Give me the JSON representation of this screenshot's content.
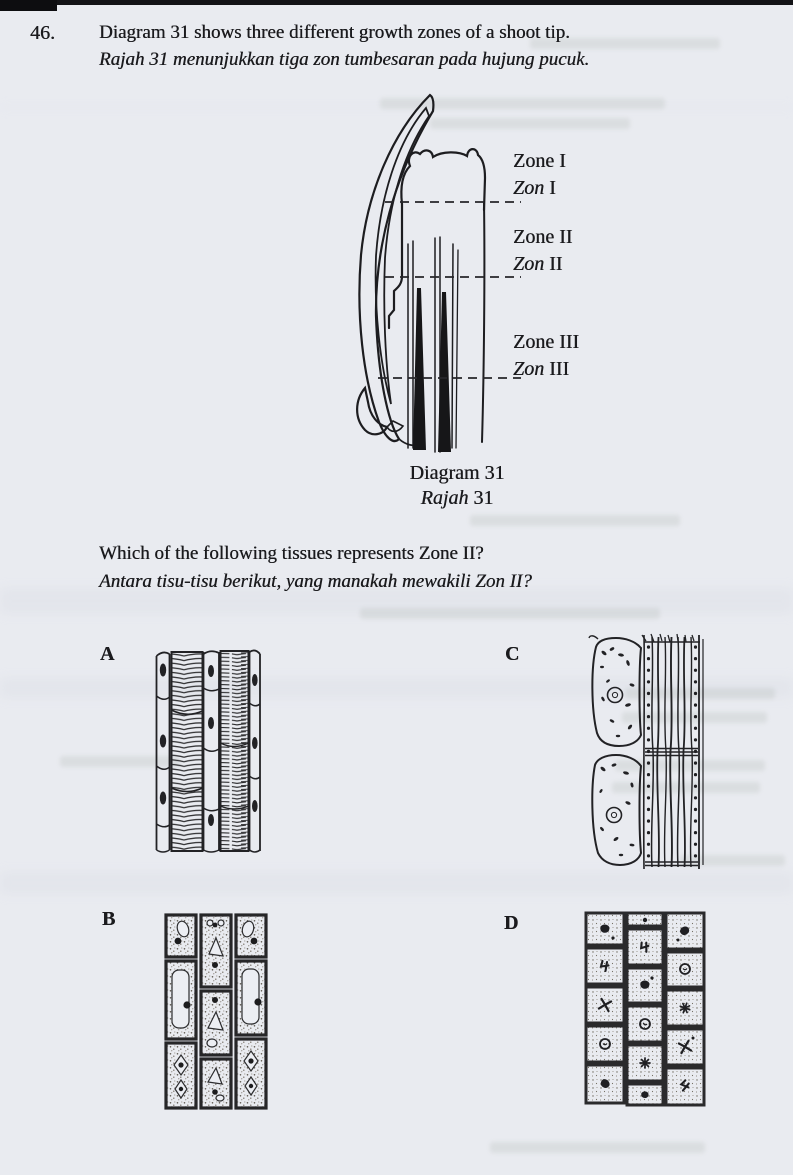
{
  "question": {
    "number": "46.",
    "stem_en": "Diagram 31 shows three different growth zones of a shoot tip.",
    "stem_ms": "Rajah 31 menunjukkan tiga zon tumbesaran pada hujung pucuk.",
    "prompt_en": "Which of the following tissues represents Zone II?",
    "prompt_ms": "Antara tisu-tisu berikut, yang manakah mewakili Zon II?"
  },
  "diagram": {
    "caption_en": "Diagram 31",
    "caption_ms_word": "Rajah",
    "caption_number": "31",
    "zones": [
      {
        "en": "Zone I",
        "ms_word": "Zon",
        "numeral": "I"
      },
      {
        "en": "Zone II",
        "ms_word": "Zon",
        "numeral": "II"
      },
      {
        "en": "Zone III",
        "ms_word": "Zon",
        "numeral": "III"
      }
    ]
  },
  "options": [
    {
      "letter": "A"
    },
    {
      "letter": "B"
    },
    {
      "letter": "C"
    },
    {
      "letter": "D"
    }
  ]
}
